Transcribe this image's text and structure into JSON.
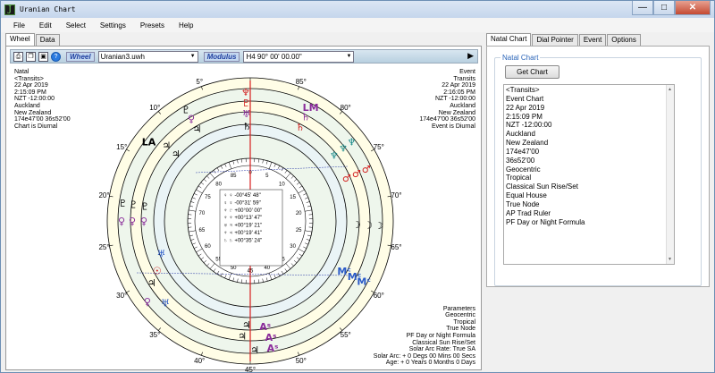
{
  "window": {
    "title": "Uranian Chart",
    "app_icon": "J",
    "controls": [
      "—",
      "□",
      "✕"
    ]
  },
  "menu": [
    "File",
    "Edit",
    "Select",
    "Settings",
    "Presets",
    "Help"
  ],
  "left_tabs": [
    "Wheel",
    "Data"
  ],
  "toolbar": {
    "wheel_label": "Wheel",
    "wheel_file": "Uranian3.uwh",
    "modulus_label": "Modulus",
    "modulus_value": "H4   90°  00'  00.00\""
  },
  "natal_info": [
    "Natal",
    "<Transits>",
    "22 Apr 2019",
    "2:15:09 PM",
    "NZT -12:00:00",
    "Auckland",
    "New Zealand",
    "174e47'00 36s52'00",
    "Chart is Diurnal"
  ],
  "event_info": [
    "Event",
    "Transits",
    "22 Apr 2019",
    "2:16:05 PM",
    "NZT -12:00:00",
    "Auckland",
    "New Zealand",
    "174e47'00 36s52'00",
    "Event is Diurnal"
  ],
  "parameters": [
    "Parameters",
    "Geocentric",
    "Tropical",
    "True Node",
    "PF Day or Night Formula",
    "Classical Sun Rise/Set",
    "Solar Arc Rate: True SA",
    "Solar Arc: + 0 Degs  00 Mins  00 Secs",
    "Age: + 0 Years 0 Months 0 Days"
  ],
  "dial": {
    "outer_labels": [
      "5°",
      "85°",
      "10°",
      "80°",
      "15°",
      "75°",
      "20°",
      "70°",
      "25°",
      "65°",
      "30°",
      "60°",
      "35°",
      "55°",
      "40°",
      "50°",
      "45°"
    ],
    "inner_labels": [
      "0",
      "5",
      "10",
      "15",
      "20",
      "25",
      "30",
      "35",
      "40",
      "45",
      "50",
      "55",
      "60",
      "65",
      "70",
      "75",
      "80",
      "85"
    ],
    "aspect_rows": [
      "♀ ♀ -00°45' 48\"",
      "♀ ♀ -00°31' 59\"",
      "♆ ♇ +00°00' 00\"",
      "♆ ♆ +00°13' 47\"",
      "♅ ♃ +00°19' 21\"",
      "♆ ♃ +00°19' 41\"",
      "♄ ♄ +00°35' 24\""
    ]
  },
  "right_tabs": [
    "Natal Chart",
    "Dial Pointer",
    "Event",
    "Options"
  ],
  "natal_panel": {
    "group_title": "Natal Chart",
    "get_chart_label": "Get Chart",
    "list": [
      "<Transits>",
      "Event Chart",
      "22 Apr 2019",
      "2:15:09 PM",
      "NZT -12:00:00",
      "Auckland",
      "New Zealand",
      "174e47'00",
      "36s52'00",
      "Geocentric",
      "Tropical",
      "Classical Sun Rise/Set",
      "Equal House",
      "True Node",
      "AP Trad Ruler",
      "PF Day or Night Formula"
    ]
  },
  "colors": {
    "ring_outer": "#fffde6",
    "ring_band": "#eef6ec",
    "ring_mid": "#eaf4f6",
    "planet_red": "#d21e1e",
    "planet_purple": "#8a2a9a",
    "planet_blue": "#2a5ac8",
    "planet_teal": "#1a8a8a",
    "pointer": "#d81e1e"
  }
}
